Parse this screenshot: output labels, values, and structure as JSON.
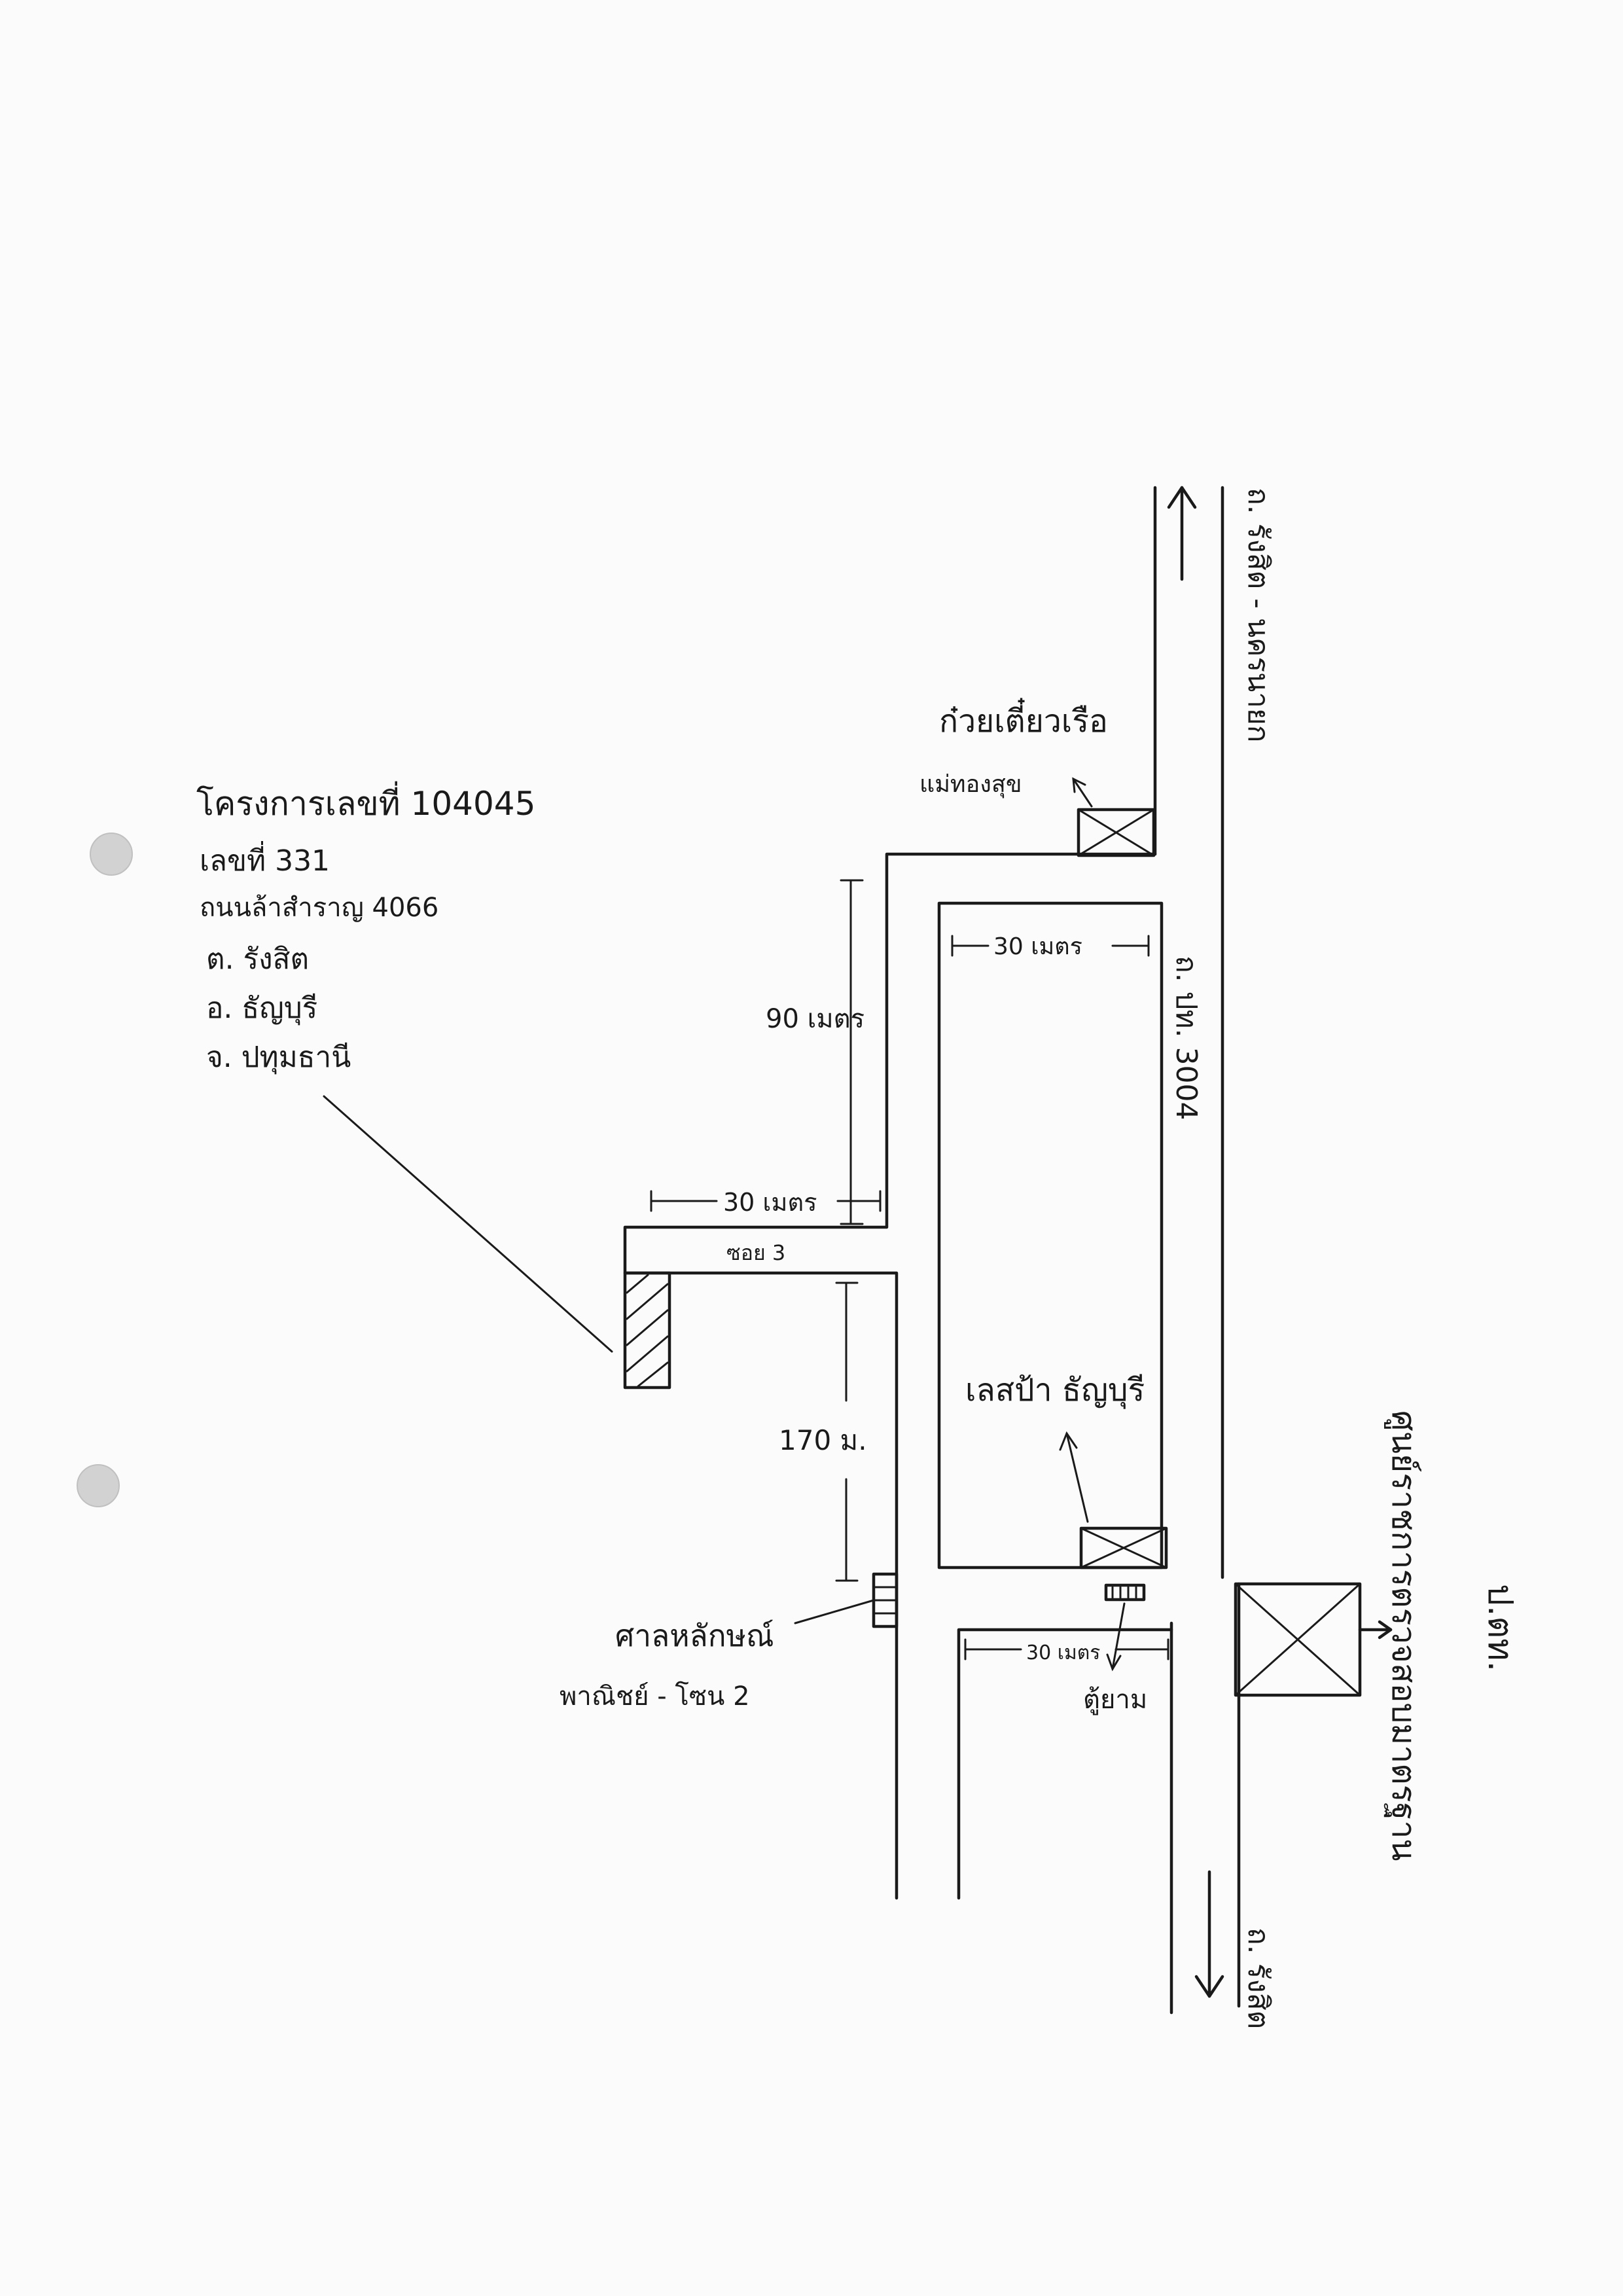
{
  "labels": {
    "station_code": "โครงการเลขที่ 104045",
    "house_no": "เลขที่ 331",
    "road_label": "ถนนล้าสำราญ 4066",
    "subdistrict": "ต. รังสิต",
    "district": "อ. ธัญบุรี",
    "province": "จ. ปทุมธานี",
    "distance_90m": "90 เมตร",
    "distance_30m_soi": "30 เมตร",
    "soi_name": "ซอย 3",
    "distance_170m": "170 ม.",
    "distance_30m_block": "30 เมตร",
    "distance_30m_lower": "30 เมตร",
    "main_road": "ถ. ปท. 3004",
    "road_to_top": "ถ. รังสิต - นครนายก",
    "road_to_bottom": "ถ. รังสิต",
    "noodle_shop": "ก๋วยเตี๋ยวเรือ",
    "noodle_owner": "แม่ทองสุข",
    "landmark_name": "เลสป้า ธัญบุรี",
    "shrine_title": "ศาลหลักษณ์",
    "shrine_sub": "พาณิชย์ - โซน 2",
    "phone_booth": "ตู้ยาม",
    "center_name": "ศูนย์ราชการตรวจสอบมาตรฐาน",
    "right_note": "ป.ตท."
  }
}
